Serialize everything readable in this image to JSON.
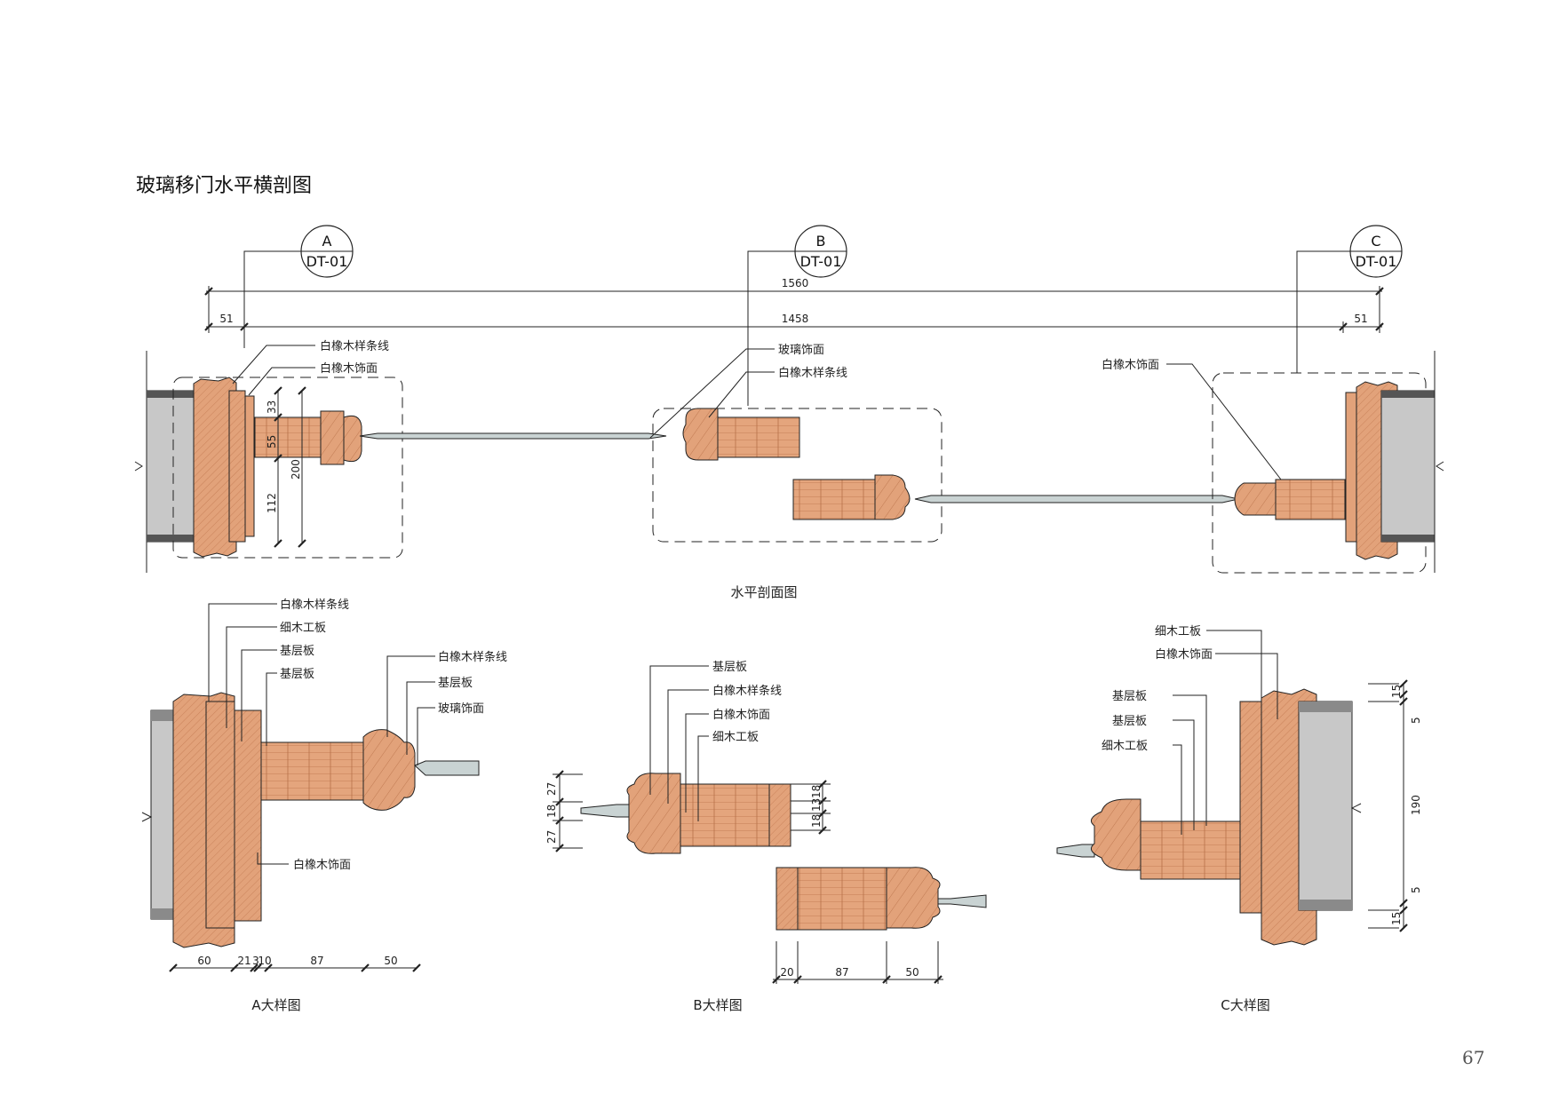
{
  "page_title": "玻璃移门水平横剖图",
  "page_number": "67",
  "section_tags": [
    {
      "letter": "A",
      "sheet": "DT-01"
    },
    {
      "letter": "B",
      "sheet": "DT-01"
    },
    {
      "letter": "C",
      "sheet": "DT-01"
    }
  ],
  "overall_dims": {
    "total": "1560",
    "inner": "1458",
    "left_offset": "51",
    "right_offset": "51"
  },
  "section_view": {
    "caption": "水平剖面图",
    "left_labels": [
      "白橡木样条线",
      "白橡木饰面"
    ],
    "left_dims": [
      "33",
      "55",
      "112",
      "200"
    ],
    "middle_labels": [
      "玻璃饰面",
      "白橡木样条线"
    ],
    "right_labels": [
      "白橡木饰面"
    ]
  },
  "detail_a": {
    "caption": "A大样图",
    "labels": [
      "白橡木样条线",
      "细木工板",
      "基层板",
      "基层板",
      "白橡木样条线",
      "基层板",
      "玻璃饰面",
      "白橡木饰面"
    ],
    "dims": [
      "60",
      "21",
      "3",
      "10",
      "87",
      "50"
    ]
  },
  "detail_b": {
    "caption": "B大样图",
    "labels": [
      "基层板",
      "白橡木样条线",
      "白橡木饰面",
      "细木工板"
    ],
    "left_dims": [
      "27",
      "18",
      "27"
    ],
    "right_dims": [
      "18",
      "13",
      "18"
    ],
    "bottom_dims": [
      "20",
      "87",
      "50"
    ]
  },
  "detail_c": {
    "caption": "C大样图",
    "labels": [
      "细木工板",
      "白橡木饰面",
      "基层板",
      "基层板",
      "细木工板"
    ],
    "right_dims": [
      "15",
      "5",
      "190",
      "5",
      "15"
    ]
  },
  "colors": {
    "wood": "#e2a27a",
    "wood_dark": "#c9825a",
    "wood_grain": "#b86f48",
    "wall": "#c8c8c8",
    "glass": "#c9d3d3",
    "line": "#222222"
  }
}
